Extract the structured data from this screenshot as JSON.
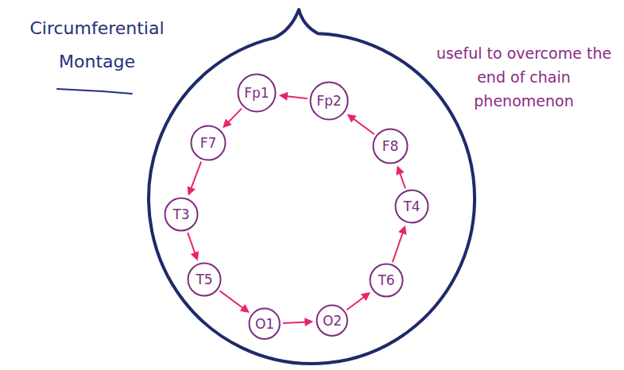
{
  "diagram": {
    "title": "Circumferential Montage",
    "nodes": [
      {
        "text": [
          "Fp1"
        ]
      },
      {
        "text": [
          "F7"
        ]
      },
      {
        "text": [
          "T3"
        ]
      },
      {
        "text": [
          "T5"
        ]
      },
      {
        "text": [
          "O1"
        ]
      },
      {
        "text": [
          "O2"
        ]
      },
      {
        "text": [
          "T6"
        ]
      },
      {
        "text": [
          "T4"
        ]
      },
      {
        "text": [
          "F8"
        ]
      },
      {
        "text": [
          "Fp2"
        ]
      }
    ],
    "edges": [
      {
        "from": 0,
        "to": 1,
        "arrow": "to"
      },
      {
        "from": 1,
        "to": 2,
        "arrow": "to"
      },
      {
        "from": 2,
        "to": 3,
        "arrow": "to"
      },
      {
        "from": 3,
        "to": 4,
        "arrow": "to"
      },
      {
        "from": 4,
        "to": 5,
        "arrow": "to"
      },
      {
        "from": 5,
        "to": 6,
        "arrow": "to"
      },
      {
        "from": 6,
        "to": 7,
        "arrow": "to"
      },
      {
        "from": 7,
        "to": 8,
        "arrow": "to"
      },
      {
        "from": 8,
        "to": 9,
        "arrow": "to"
      },
      {
        "from": 9,
        "to": 0,
        "arrow": "to"
      }
    ],
    "labels": [
      "useful to overcome the end of chain phenomenon"
    ]
  }
}
